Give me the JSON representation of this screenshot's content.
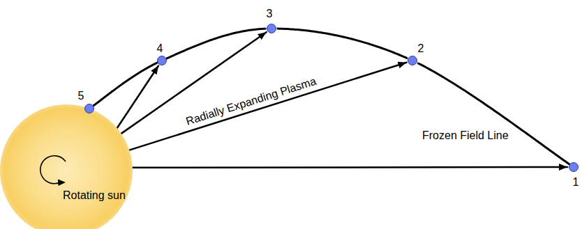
{
  "diagram": {
    "nodes": [
      {
        "text": [
          "Rotating sun"
        ]
      },
      {
        "text": [
          "1"
        ]
      },
      {
        "text": [
          "2"
        ]
      },
      {
        "text": [
          "3"
        ]
      },
      {
        "text": [
          "4"
        ]
      },
      {
        "text": [
          "5"
        ]
      }
    ],
    "edges": [
      {
        "from": 0,
        "to": 1,
        "arrow": "to"
      },
      {
        "from": 0,
        "to": 2,
        "arrow": "to",
        "label": "Radially Expanding Plasma"
      },
      {
        "from": 0,
        "to": 3,
        "arrow": "to"
      },
      {
        "from": 0,
        "to": 4,
        "arrow": "to"
      },
      {
        "from": 5,
        "to": 4,
        "arrow": "none"
      },
      {
        "from": 4,
        "to": 3,
        "arrow": "none"
      },
      {
        "from": 3,
        "to": 2,
        "arrow": "none"
      },
      {
        "from": 2,
        "to": 1,
        "arrow": "none"
      }
    ],
    "labels": [
      "Frozen Field Line"
    ]
  }
}
